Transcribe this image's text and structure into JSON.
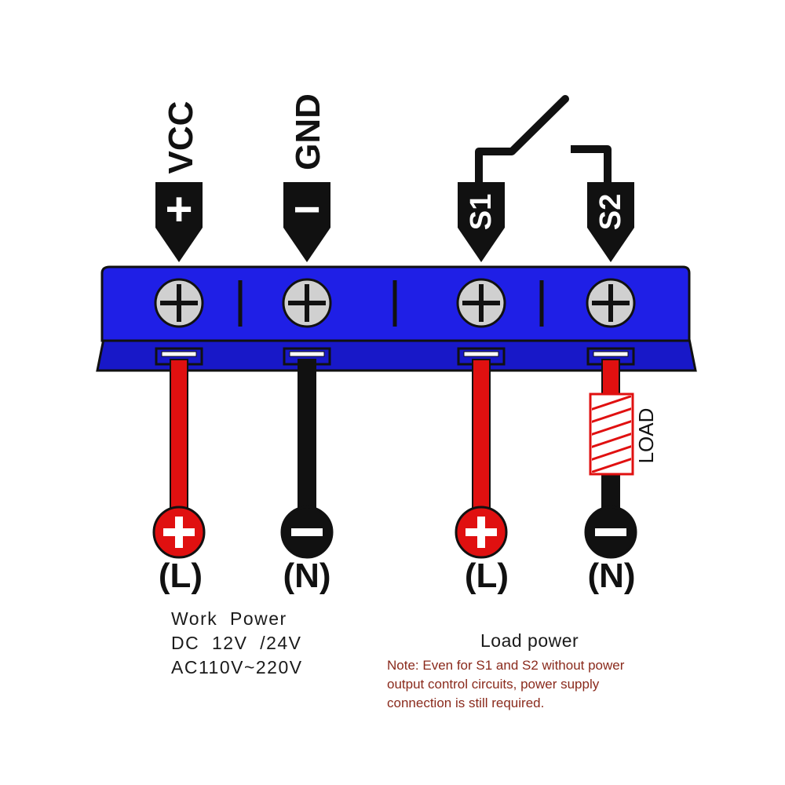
{
  "terminals": [
    {
      "id": "vcc",
      "top_label": "VCC",
      "tag": "+",
      "bottom_label": "(L)",
      "wire_color": "#e01010",
      "end_color": "#e01010",
      "end_symbol": "+"
    },
    {
      "id": "gnd",
      "top_label": "GND",
      "tag": "−",
      "bottom_label": "(N)",
      "wire_color": "#111111",
      "end_color": "#111111",
      "end_symbol": "−"
    },
    {
      "id": "s1",
      "top_label": "",
      "tag": "S1",
      "bottom_label": "(L)",
      "wire_color": "#e01010",
      "end_color": "#e01010",
      "end_symbol": "+"
    },
    {
      "id": "s2",
      "top_label": "",
      "tag": "S2",
      "bottom_label": "(N)",
      "wire_color": "#e01010",
      "end_color": "#111111",
      "end_symbol": "−"
    }
  ],
  "load_label": "LOAD",
  "work_power": [
    "Work  Power",
    "DC  12V  /24V",
    "AC110V~220V"
  ],
  "load_power": "Load power",
  "note": [
    "Note: Even for S1 and S2 without power",
    "output control circuits, power supply",
    "connection is still required."
  ],
  "colors": {
    "block_top": "#1f1fe6",
    "block_front": "#1818c8",
    "outline": "#111111",
    "screw": "#d0d0d0",
    "red_wire": "#e01010",
    "black_wire": "#111111",
    "note_text": "#8a2a1c"
  }
}
